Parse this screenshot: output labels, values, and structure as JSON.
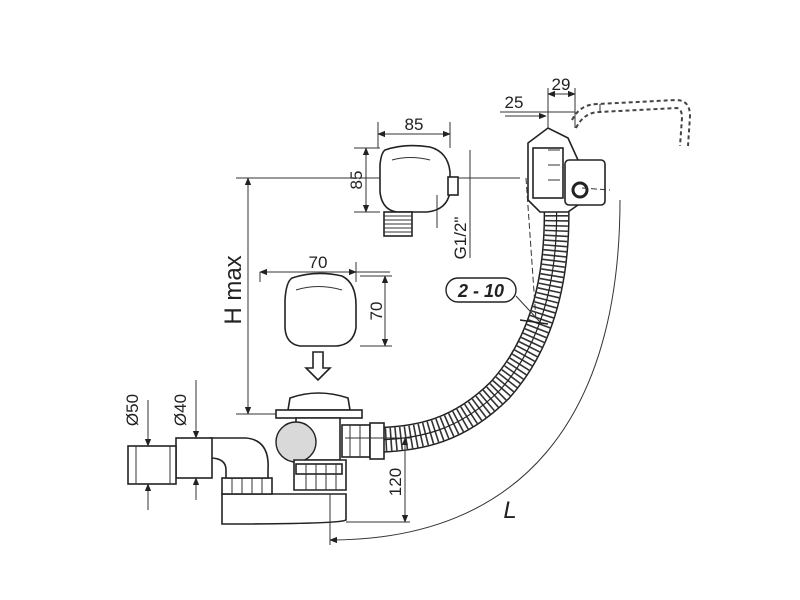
{
  "dimensions": {
    "overflow_width": "85",
    "overflow_height": "85",
    "thread": "G1/2\"",
    "cap_width": "70",
    "cap_height": "70",
    "h_max": "H max",
    "pipe_outer": "Ø50",
    "pipe_inner": "Ø40",
    "height_120": "120",
    "spout_29": "29",
    "spout_25": "25",
    "length": "L",
    "range": "2 - 10"
  },
  "colors": {
    "line": "#222222",
    "fill": "#ffffff",
    "shade": "#d9d9d9"
  }
}
